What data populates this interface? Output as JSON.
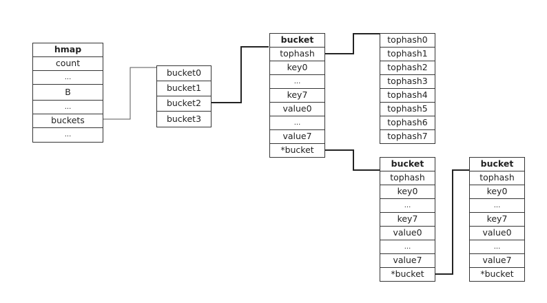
{
  "hmap": {
    "rows": [
      "hmap",
      "count",
      "...",
      "B",
      "...",
      "buckets",
      "..."
    ]
  },
  "buckets_array": {
    "rows": [
      "bucket0",
      "bucket1",
      "bucket2",
      "bucket3"
    ]
  },
  "bucket_main": {
    "rows": [
      "bucket",
      "tophash",
      "key0",
      "...",
      "key7",
      "value0",
      "...",
      "value7",
      "*bucket"
    ]
  },
  "tophash_array": {
    "rows": [
      "tophash0",
      "tophash1",
      "tophash2",
      "tophash3",
      "tophash4",
      "tophash5",
      "tophash6",
      "tophash7"
    ]
  },
  "overflow_bucket_1": {
    "rows": [
      "bucket",
      "tophash",
      "key0",
      "...",
      "key7",
      "value0",
      "...",
      "value7",
      "*bucket"
    ]
  },
  "overflow_bucket_2": {
    "rows": [
      "bucket",
      "tophash",
      "key0",
      "...",
      "key7",
      "value0",
      "...",
      "value7",
      "*bucket"
    ]
  },
  "colors": {
    "border": "#333333",
    "link_thin": "#555555",
    "link_thick": "#222222",
    "background": "#ffffff"
  }
}
